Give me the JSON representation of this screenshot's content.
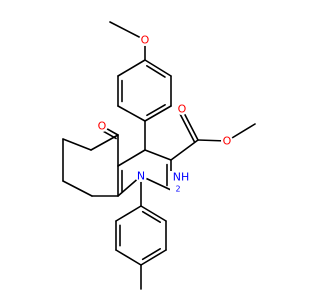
{
  "molecule": {
    "colors": {
      "bond": "#000000",
      "oxygen": "#ff0000",
      "nitrogen": "#0000ff",
      "background": "#ffffff"
    },
    "labels": {
      "methoxy_o": "O",
      "ketone_o": "O",
      "ester_carbonyl_o": "O",
      "ester_o": "O",
      "ring_n": "N",
      "amino": "NH",
      "amino_sub": "2"
    }
  }
}
